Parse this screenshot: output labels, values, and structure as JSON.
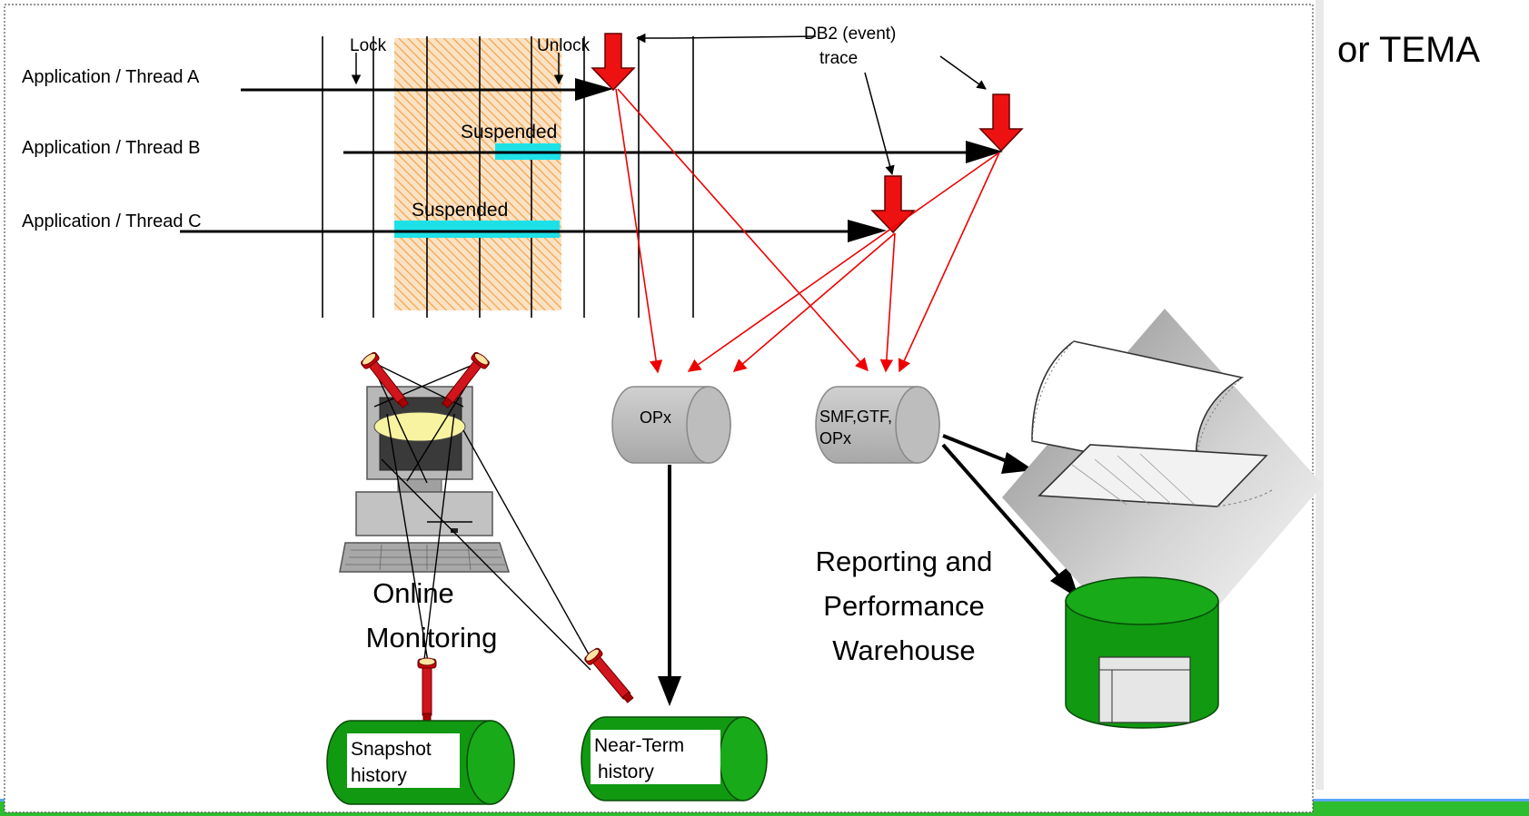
{
  "threads": [
    {
      "label": "Application / Thread A"
    },
    {
      "label": "Application / Thread B"
    },
    {
      "label": "Application / Thread C"
    }
  ],
  "markers": {
    "lock": "Lock",
    "unlock": "Unlock"
  },
  "states": {
    "suspended_b": "Suspended",
    "suspended_c": "Suspended"
  },
  "trace": {
    "line1": "DB2 (event)",
    "line2": "trace"
  },
  "stores": {
    "opx": "OPx",
    "smf_line1": "SMF,GTF,",
    "smf_line2": "OPx",
    "snapshot_line1": "Snapshot",
    "snapshot_line2": "history",
    "nearterm_line1": "Near-Term",
    "nearterm_line2": "history"
  },
  "captions": {
    "online_line1": "Online",
    "online_line2": "Monitoring",
    "reporting_line1": "Reporting and",
    "reporting_line2": "Performance",
    "reporting_line3": "Warehouse"
  },
  "background_text": {
    "tema": "or TEMA"
  },
  "colors": {
    "trace_red": "#ee0000",
    "store_green": "#119911",
    "suspended_cyan": "#1ee1e8",
    "hatch_orange": "#f4a74a"
  }
}
